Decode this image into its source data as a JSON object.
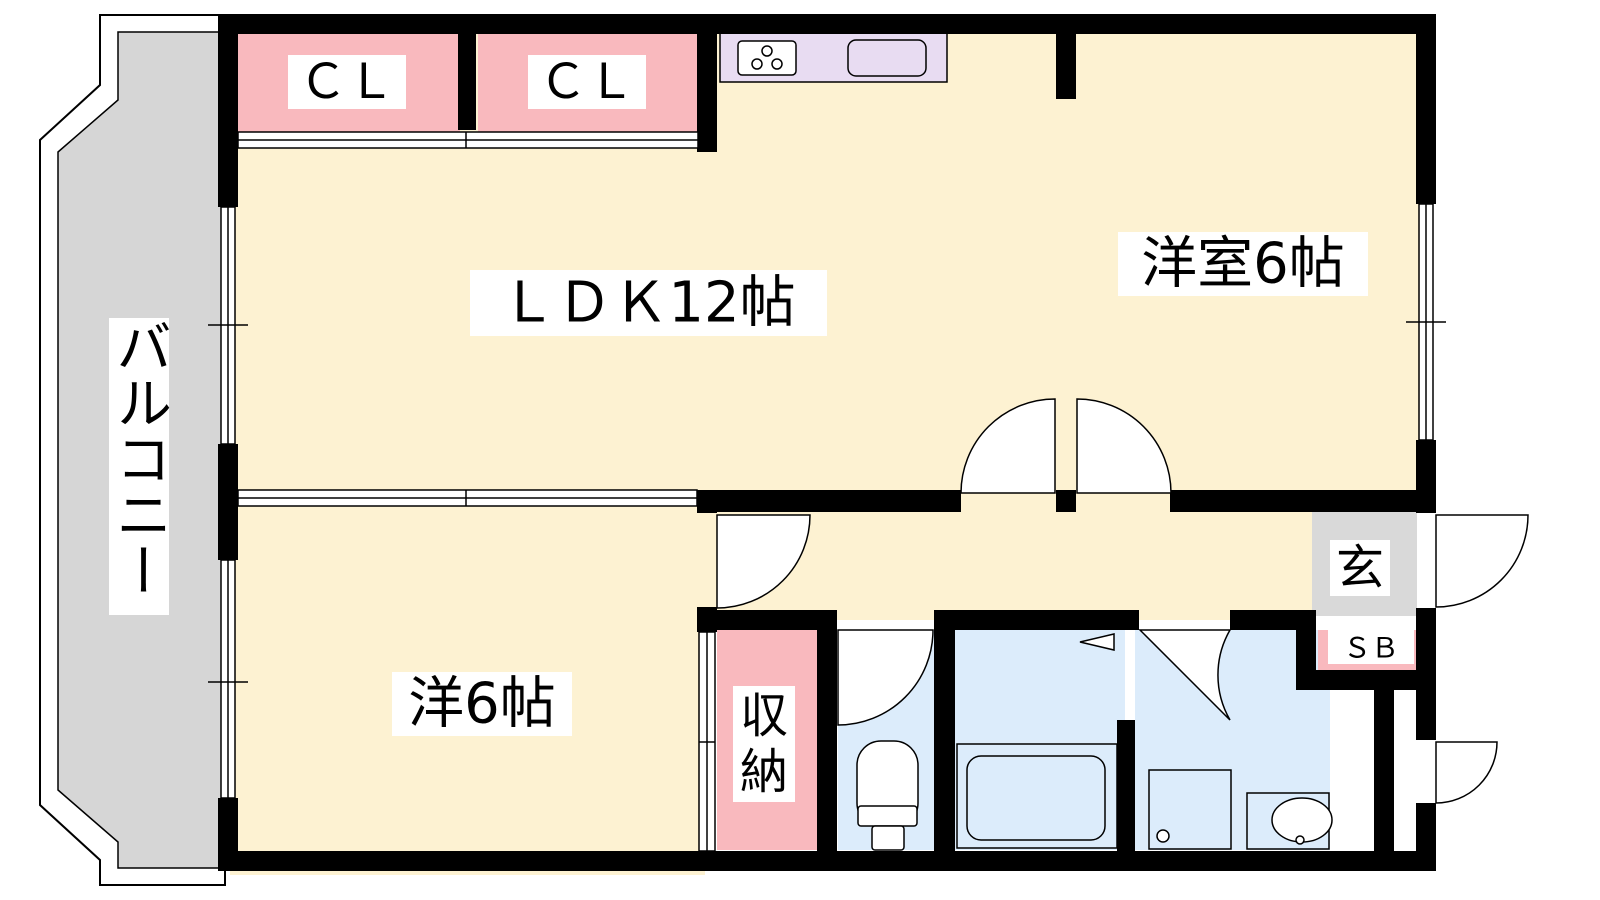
{
  "rooms": {
    "ldk": "ＬＤＫ12帖",
    "western_room_right": "洋室6帖",
    "western_room_left": "洋6帖",
    "closet_left": "ＣＬ",
    "closet_right": "ＣＬ",
    "storage_line1": "収",
    "storage_line2": "納",
    "entrance": "玄",
    "shoe_box": "ＳＢ",
    "balcony": "バルコニー"
  },
  "colors": {
    "living_floor": "#fdf2d2",
    "closet": "#f9b9be",
    "kitchen": "#e8dcf2",
    "wet_area": "#dcecfb",
    "entrance_floor": "#d9d9d9",
    "balcony": "#d6d6d6",
    "wall": "#000000"
  }
}
